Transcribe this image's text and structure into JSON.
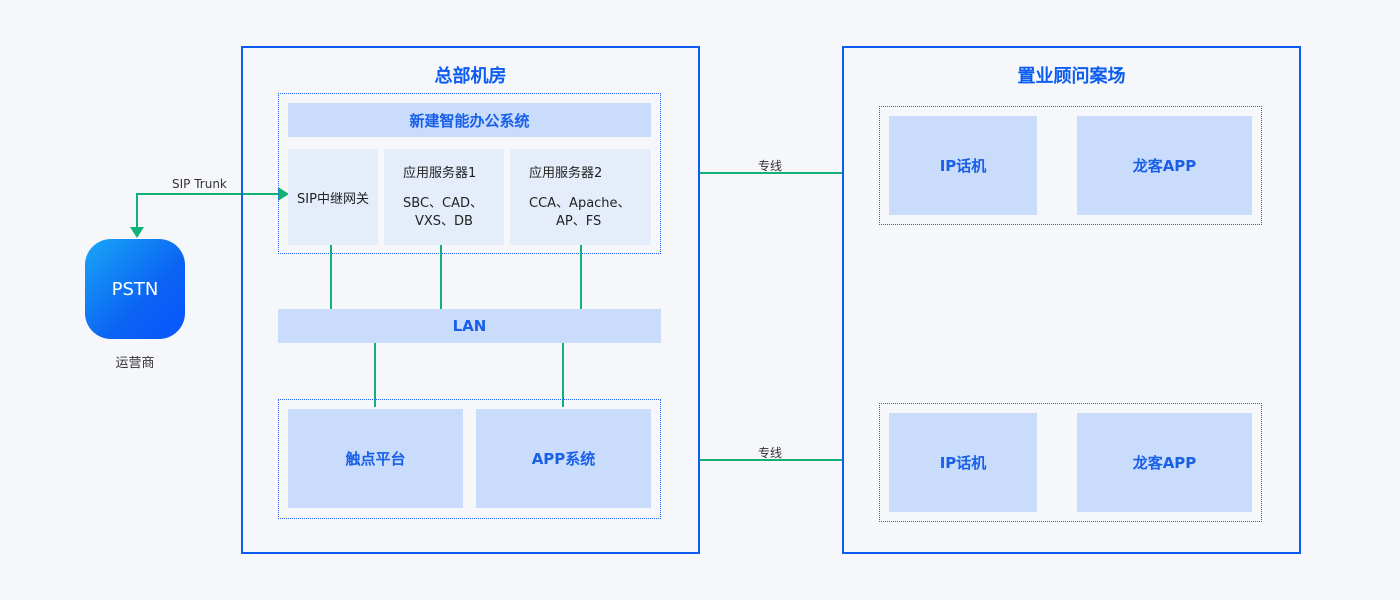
{
  "pstn": {
    "label": "PSTN",
    "caption": "运营商"
  },
  "sip_trunk_label": "SIP Trunk",
  "hq": {
    "title": "总部机房",
    "system_title": "新建智能办公系统",
    "gateway": "SIP中继网关",
    "server1": {
      "title": "应用服务器1",
      "line1": "SBC、CAD、",
      "line2": "VXS、DB"
    },
    "server2": {
      "title": "应用服务器2",
      "line1": "CCA、Apache、",
      "line2": "AP、FS"
    },
    "lan": "LAN",
    "touch_platform": "触点平台",
    "app_system": "APP系统"
  },
  "links": {
    "top": "专线",
    "bottom": "专线"
  },
  "site": {
    "title": "置业顾问案场",
    "groups": [
      {
        "phone": "IP话机",
        "app": "龙客APP"
      },
      {
        "phone": "IP话机",
        "app": "龙客APP"
      }
    ]
  },
  "colors": {
    "zone_border": "#0b5cf0",
    "block_fill": "#cadcfc",
    "connector": "#12b176"
  }
}
